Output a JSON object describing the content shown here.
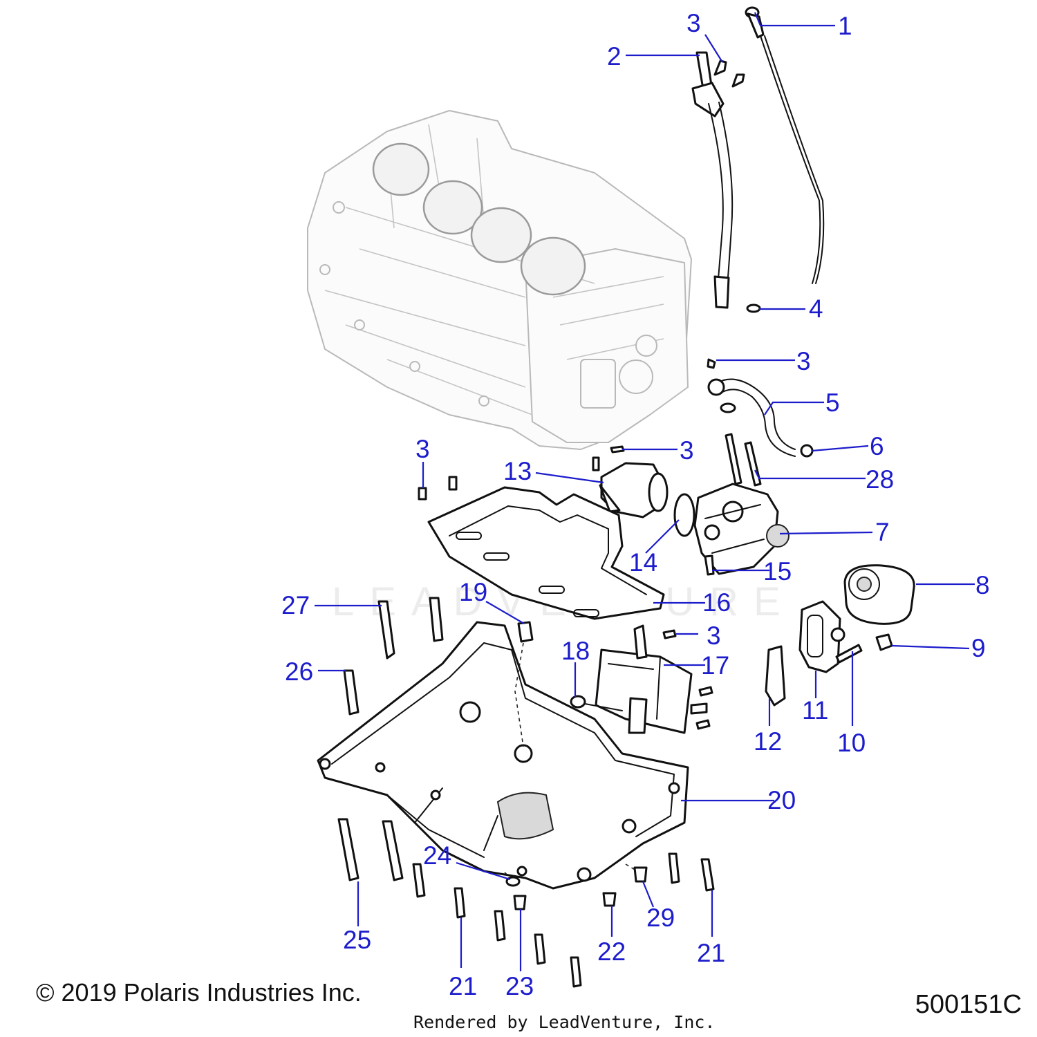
{
  "footer": {
    "copyright": "© 2019 Polaris Industries Inc.",
    "diagram_code": "500151C",
    "rendered_by": "Rendered by LeadVenture, Inc."
  },
  "watermark": "LEADVENTURE",
  "callouts": [
    {
      "id": "c1",
      "label": "1"
    },
    {
      "id": "c2",
      "label": "2"
    },
    {
      "id": "c3a",
      "label": "3"
    },
    {
      "id": "c4",
      "label": "4"
    },
    {
      "id": "c3b",
      "label": "3"
    },
    {
      "id": "c5",
      "label": "5"
    },
    {
      "id": "c6",
      "label": "6"
    },
    {
      "id": "c3c",
      "label": "3"
    },
    {
      "id": "c3d",
      "label": "3"
    },
    {
      "id": "c13",
      "label": "13"
    },
    {
      "id": "c28",
      "label": "28"
    },
    {
      "id": "c7",
      "label": "7"
    },
    {
      "id": "c14",
      "label": "14"
    },
    {
      "id": "c15",
      "label": "15"
    },
    {
      "id": "c8",
      "label": "8"
    },
    {
      "id": "c16",
      "label": "16"
    },
    {
      "id": "c27",
      "label": "27"
    },
    {
      "id": "c19",
      "label": "19"
    },
    {
      "id": "c3e",
      "label": "3"
    },
    {
      "id": "c9",
      "label": "9"
    },
    {
      "id": "c18",
      "label": "18"
    },
    {
      "id": "c17",
      "label": "17"
    },
    {
      "id": "c26",
      "label": "26"
    },
    {
      "id": "c11",
      "label": "11"
    },
    {
      "id": "c12",
      "label": "12"
    },
    {
      "id": "c10",
      "label": "10"
    },
    {
      "id": "c20",
      "label": "20"
    },
    {
      "id": "c24",
      "label": "24"
    },
    {
      "id": "c29",
      "label": "29"
    },
    {
      "id": "c25",
      "label": "25"
    },
    {
      "id": "c22",
      "label": "22"
    },
    {
      "id": "c21a",
      "label": "21"
    },
    {
      "id": "c21b",
      "label": "21"
    },
    {
      "id": "c23",
      "label": "23"
    }
  ]
}
